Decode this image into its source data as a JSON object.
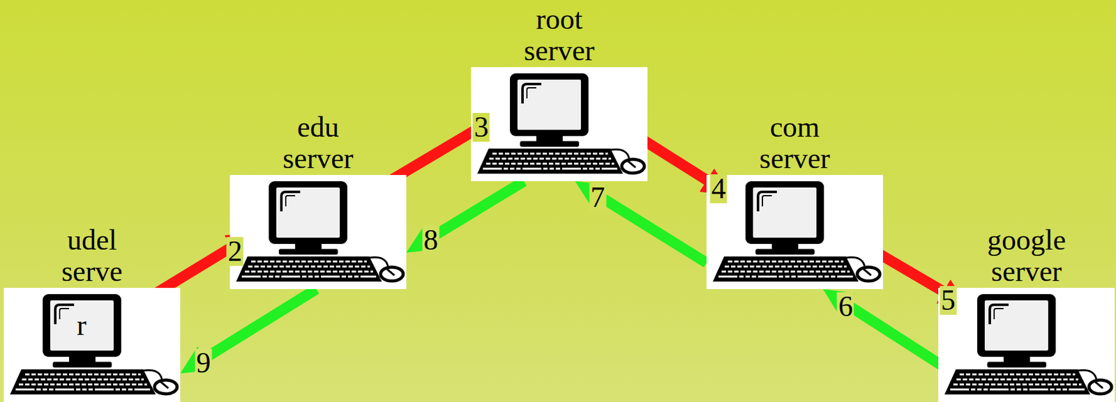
{
  "diagram": {
    "nodes": [
      {
        "text": [
          "udel serve",
          "r"
        ]
      },
      {
        "text": [
          "edu server"
        ]
      },
      {
        "text": [
          "root server"
        ]
      },
      {
        "text": [
          "com server"
        ]
      },
      {
        "text": [
          "google server"
        ]
      }
    ],
    "edges": [
      {
        "from": 0,
        "to": 1,
        "arrow": "to",
        "label": "2"
      },
      {
        "from": 1,
        "to": 2,
        "arrow": "to",
        "label": "3"
      },
      {
        "from": 2,
        "to": 3,
        "arrow": "to",
        "label": "4"
      },
      {
        "from": 3,
        "to": 4,
        "arrow": "to",
        "label": "5"
      },
      {
        "from": 4,
        "to": 3,
        "arrow": "to",
        "label": "6"
      },
      {
        "from": 3,
        "to": 2,
        "arrow": "to",
        "label": "7"
      },
      {
        "from": 2,
        "to": 1,
        "arrow": "to",
        "label": "8"
      },
      {
        "from": 1,
        "to": 0,
        "arrow": "to",
        "label": "9"
      }
    ]
  }
}
